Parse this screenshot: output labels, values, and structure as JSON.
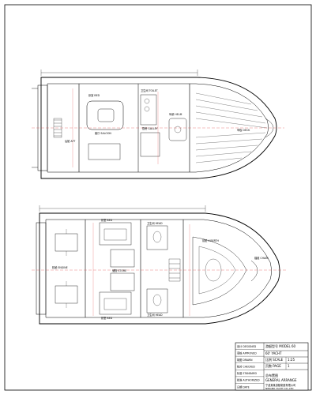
{
  "drawing": {
    "upper_plan": {
      "labels": {
        "cabin_a": "卧室 BED",
        "cabin_b": "卫生间 TOILET",
        "cabin_c": "客厅 SALOON",
        "helm": "驾驶 HELM",
        "galley": "厨房 GALLEY",
        "deck": "甲板 DECK",
        "aft": "后舱 AFT"
      }
    },
    "lower_plan": {
      "labels": {
        "bed_port": "卧室 BED",
        "bed_stbd": "卧室 BED",
        "head_port": "卫生间 HEAD",
        "head_stbd": "卫生间 HEAD",
        "fwd": "前舱 V-BERTH",
        "engine": "机舱 ENGINE",
        "store": "储物 STORE",
        "bow": "锚链 CHAIN"
      }
    }
  },
  "title_block": {
    "left_rows": [
      {
        "label": "设计 DESIGNED",
        "value": ""
      },
      {
        "label": "审核 APPROVED",
        "value": ""
      },
      {
        "label": "制图 DRAWN",
        "value": ""
      },
      {
        "label": "校对 CHECKED",
        "value": ""
      },
      {
        "label": "标准 STANDARD",
        "value": ""
      },
      {
        "label": "批准 AUTHORIZED",
        "value": ""
      },
      {
        "label": "日期 DATE",
        "value": ""
      }
    ],
    "project": "游艇型号 MODEL 60",
    "drawing_no": "60' YACHT",
    "drawing_title": "总布置图",
    "drawing_title_en": "GENERAL ARRANGE",
    "scale_label": "比例 SCALE",
    "scale_value": "1:25",
    "sheet_label": "页数 PAGE",
    "sheet_value": "1",
    "company": "宁波某某游艇制造有限公司",
    "company_en": "NINGBO YACHT CO.,LTD"
  }
}
